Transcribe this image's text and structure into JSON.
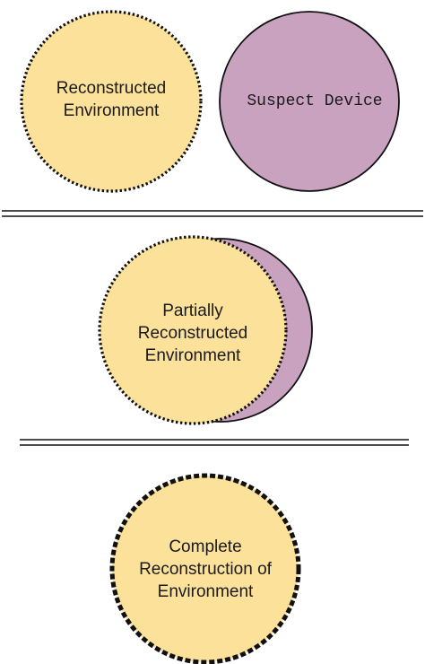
{
  "colors": {
    "environment_fill": "#FCE19B",
    "device_fill": "#C9A2C0",
    "stroke": "#111111",
    "background": "#FFFFFF"
  },
  "panel_top": {
    "environment_label": [
      "Reconstructed",
      "Environment"
    ],
    "device_label": "Suspect Device"
  },
  "panel_middle": {
    "environment_label": [
      "Partially",
      "Reconstructed",
      "Environment"
    ]
  },
  "panel_bottom": {
    "environment_label": [
      "Complete",
      "Reconstruction of",
      "Environment"
    ]
  }
}
